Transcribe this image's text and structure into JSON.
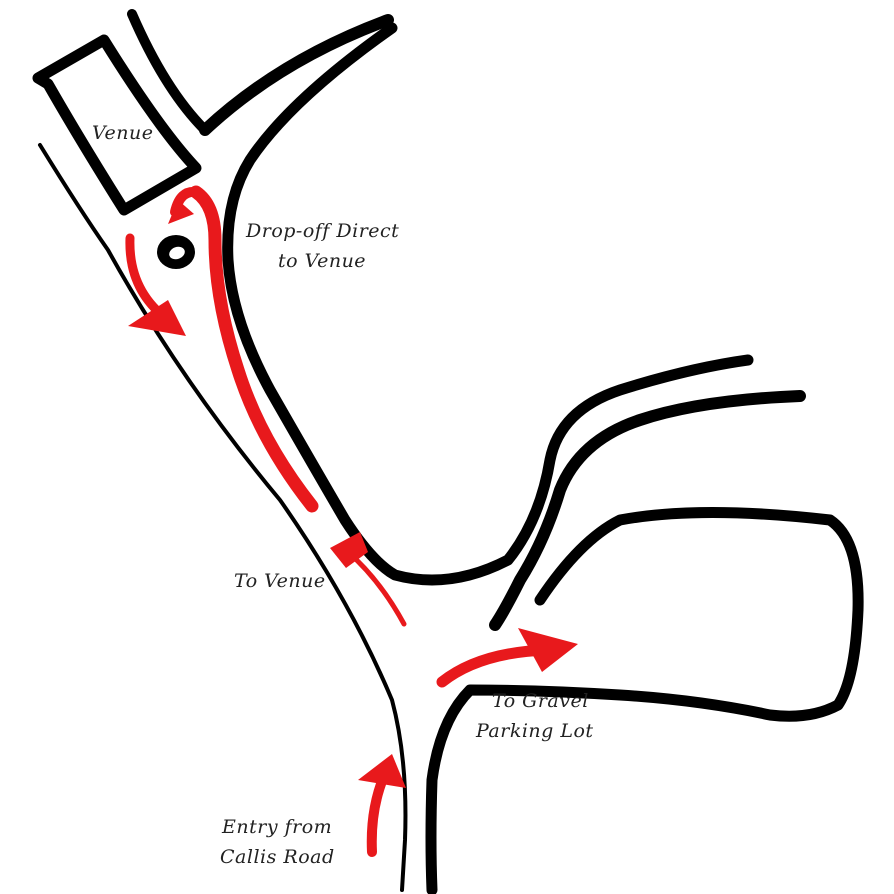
{
  "labels": {
    "venue": "Venue",
    "dropoff_line1": "Drop-off Direct",
    "dropoff_line2": "to Venue",
    "to_venue": "To Venue",
    "gravel_line1": "To Gravel",
    "gravel_line2": "Parking Lot",
    "entry_line1": "Entry from",
    "entry_line2": "Callis Road"
  },
  "colors": {
    "road": "#000000",
    "route": "#e8191c",
    "text": "#222222",
    "background": "#ffffff"
  }
}
